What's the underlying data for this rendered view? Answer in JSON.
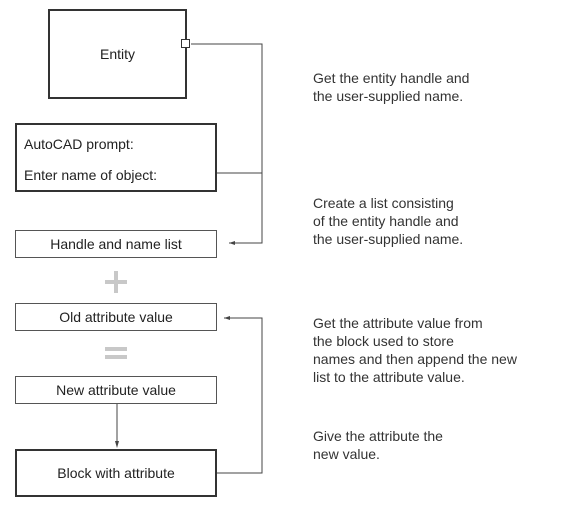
{
  "diagram": {
    "entity_box": {
      "label": "Entity"
    },
    "prompt_box": {
      "line1": "AutoCAD prompt:",
      "line2": "Enter name of object:"
    },
    "handle_list_box": {
      "label": "Handle and name list"
    },
    "plus_symbol": "+",
    "old_value_box": {
      "label": "Old attribute value"
    },
    "equals_symbol": "=",
    "new_value_box": {
      "label": "New attribute value"
    },
    "block_box": {
      "label": "Block with attribute"
    },
    "descriptions": {
      "step1": [
        "Get the entity handle and",
        "the user-supplied name."
      ],
      "step2": [
        "Create a list consisting",
        "of the entity handle and",
        "the user-supplied name."
      ],
      "step3": [
        "Get the attribute value from",
        "the block used to store",
        "names and then append the new",
        "list to the attribute value."
      ],
      "step4": [
        "Give the attribute the",
        "new value."
      ]
    },
    "colors": {
      "line": "#444444",
      "symbol": "#c8c8c8",
      "border": "#333333"
    }
  }
}
